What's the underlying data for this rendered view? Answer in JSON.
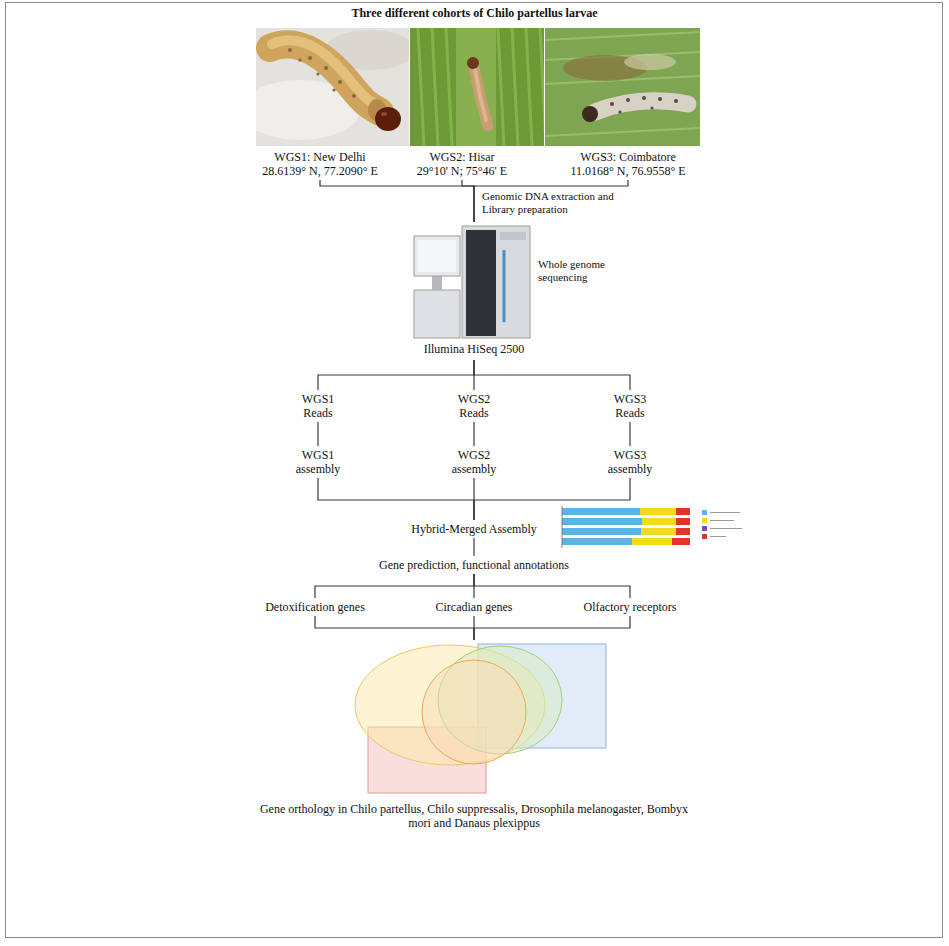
{
  "diagram": {
    "title": "Three different cohorts of Chilo partellus larvae",
    "nodes": [
      {
        "text": [
          "WGS1: New Delhi 28.6139° N, 77.2090° E"
        ]
      },
      {
        "text": [
          "WGS2: Hisar 29°10' N; 75°46' E"
        ]
      },
      {
        "text": [
          "WGS3: Coimbatore 11.0168° N, 76.9558° E"
        ]
      },
      {
        "text": [
          "Whole genome sequencing",
          "Illumina HiSeq 2500"
        ]
      },
      {
        "text": [
          "WGS1 Reads"
        ]
      },
      {
        "text": [
          "WGS2 Reads"
        ]
      },
      {
        "text": [
          "WGS3 Reads"
        ]
      },
      {
        "text": [
          "WGS1 assembly"
        ]
      },
      {
        "text": [
          "WGS2 assembly"
        ]
      },
      {
        "text": [
          "WGS3 assembly"
        ]
      },
      {
        "text": [
          "Hybrid-Merged Assembly"
        ]
      },
      {
        "text": [
          "Gene prediction, functional annotations"
        ]
      },
      {
        "text": [
          "Detoxification genes"
        ]
      },
      {
        "text": [
          "Circadian genes"
        ]
      },
      {
        "text": [
          "Olfactory receptors"
        ]
      },
      {
        "text": [
          "Gene orthology in Chilo partellus, Chilo suppressalis, Drosophila melanogaster, Bombyx mori and Danaus plexippus"
        ]
      }
    ],
    "edges": [
      {
        "from": 0,
        "to": 3,
        "arrow": "none"
      },
      {
        "from": 1,
        "to": 3,
        "label": "Genomic DNA extraction and Library preparation",
        "arrow": "none"
      },
      {
        "from": 2,
        "to": 3,
        "arrow": "none"
      },
      {
        "from": 3,
        "to": 4,
        "arrow": "none"
      },
      {
        "from": 3,
        "to": 5,
        "arrow": "none"
      },
      {
        "from": 3,
        "to": 6,
        "arrow": "none"
      },
      {
        "from": 4,
        "to": 7,
        "arrow": "none"
      },
      {
        "from": 5,
        "to": 8,
        "arrow": "none"
      },
      {
        "from": 6,
        "to": 9,
        "arrow": "none"
      },
      {
        "from": 7,
        "to": 10,
        "arrow": "none"
      },
      {
        "from": 8,
        "to": 10,
        "arrow": "none"
      },
      {
        "from": 9,
        "to": 10,
        "arrow": "none"
      },
      {
        "from": 10,
        "to": 11,
        "arrow": "none"
      },
      {
        "from": 11,
        "to": 12,
        "arrow": "none"
      },
      {
        "from": 11,
        "to": 13,
        "arrow": "none"
      },
      {
        "from": 11,
        "to": 14,
        "arrow": "none"
      },
      {
        "from": 12,
        "to": 15,
        "arrow": "none"
      },
      {
        "from": 13,
        "to": 15,
        "arrow": "none"
      },
      {
        "from": 14,
        "to": 15,
        "arrow": "none"
      }
    ]
  }
}
